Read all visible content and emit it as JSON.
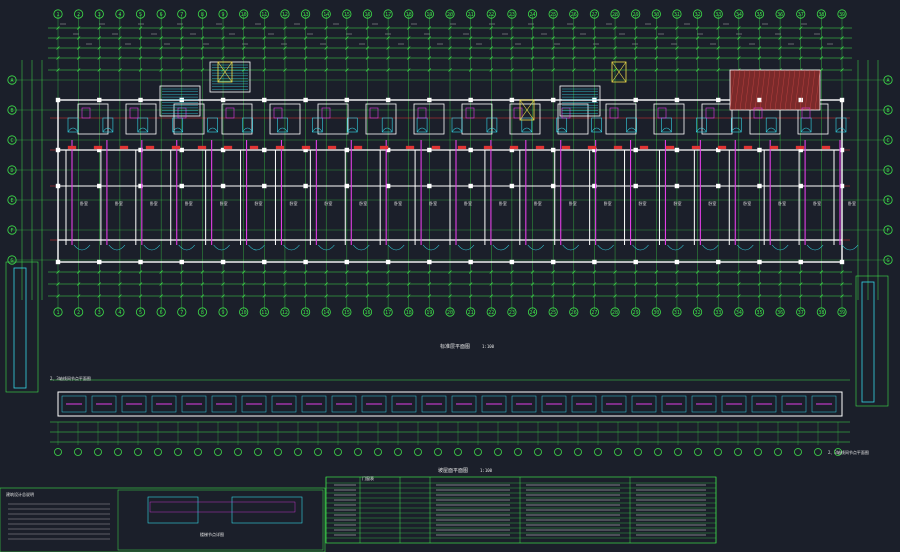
{
  "drawing": {
    "top_axis_labels": [
      "1",
      "2",
      "3",
      "4",
      "5",
      "6",
      "7",
      "8",
      "9",
      "10",
      "11",
      "12",
      "13",
      "14",
      "15",
      "16",
      "17",
      "18",
      "19",
      "20",
      "21",
      "22",
      "23",
      "24",
      "25",
      "26",
      "27",
      "28",
      "29",
      "30",
      "31",
      "32",
      "33",
      "34",
      "35",
      "36",
      "37",
      "38",
      "39"
    ],
    "left_axis_labels": [
      "A",
      "B",
      "C",
      "D",
      "E",
      "F",
      "G"
    ],
    "plan_title_main": "标准层平面图",
    "plan_title_main_scale": "1:100",
    "plan_title_bottom": "坡屋面平面图",
    "plan_title_bottom_scale": "1:100",
    "side_title_left": "2、3轴线间节点平面图",
    "side_title_right": "2、3轴线间节点平面图",
    "detail_title": "楼梯节点详图",
    "notes_title": "建筑设计总说明",
    "table_header": "门窗表"
  },
  "colors": {
    "background": "#1b1f2a",
    "dim": "#3ee04a",
    "wall": "#ffffff",
    "axis": "#e03434",
    "cyan": "#35d6e6",
    "magenta": "#e23ee6",
    "yellow": "#f2e14a"
  }
}
